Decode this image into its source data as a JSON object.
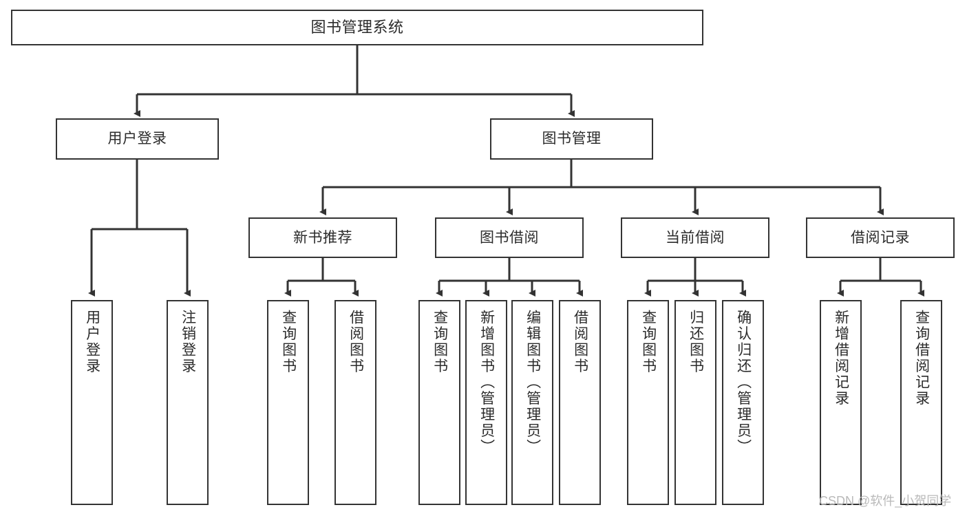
{
  "diagram": {
    "title": "图书管理系统",
    "type": "tree",
    "orientation": "top-down",
    "colors": {
      "background": "#ffffff",
      "node_border": "#333333",
      "node_fill": "#ffffff",
      "edge": "#333333",
      "text": "#2b2b2b",
      "watermark": "#b9b9b9"
    },
    "watermark": "CSDN @软件_小贺同学",
    "nodes": {
      "root": {
        "label": "图书管理系统"
      },
      "level1": [
        {
          "id": "user-login",
          "label": "用户登录"
        },
        {
          "id": "book-manage",
          "label": "图书管理"
        }
      ],
      "level2": [
        {
          "id": "new-book-recommend",
          "label": "新书推荐"
        },
        {
          "id": "book-borrow",
          "label": "图书借阅"
        },
        {
          "id": "current-borrow",
          "label": "当前借阅"
        },
        {
          "id": "borrow-record",
          "label": "借阅记录"
        }
      ],
      "leaves": {
        "user-login": [
          {
            "id": "leaf-user-login",
            "label": "用户登录"
          },
          {
            "id": "leaf-logout",
            "label": "注销登录"
          }
        ],
        "new-book-recommend": [
          {
            "id": "leaf-query-book-1",
            "label": "查询图书"
          },
          {
            "id": "leaf-borrow-book-1",
            "label": "借阅图书"
          }
        ],
        "book-borrow": [
          {
            "id": "leaf-query-book-2",
            "label": "查询图书"
          },
          {
            "id": "leaf-add-book",
            "label": "新增图书（管理员）"
          },
          {
            "id": "leaf-edit-book",
            "label": "编辑图书（管理员）"
          },
          {
            "id": "leaf-borrow-book-2",
            "label": "借阅图书"
          }
        ],
        "current-borrow": [
          {
            "id": "leaf-query-book-3",
            "label": "查询图书"
          },
          {
            "id": "leaf-return-book",
            "label": "归还图书"
          },
          {
            "id": "leaf-confirm-return",
            "label": "确认归还（管理员）"
          }
        ],
        "borrow-record": [
          {
            "id": "leaf-add-record",
            "label": "新增借阅记录"
          },
          {
            "id": "leaf-query-record",
            "label": "查询借阅记录"
          }
        ]
      }
    }
  }
}
